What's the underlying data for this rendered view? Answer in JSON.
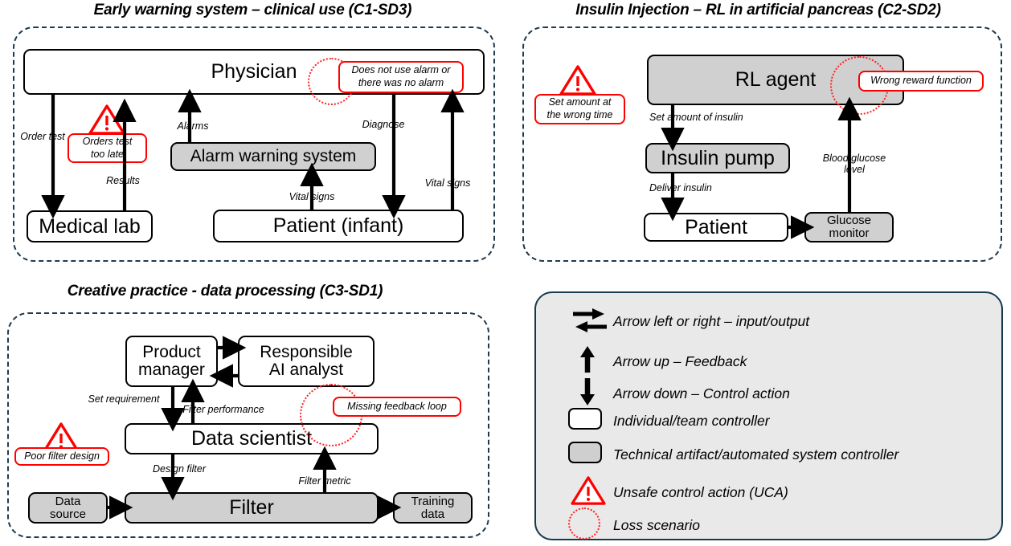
{
  "panels": {
    "p1": {
      "title": "Early warning system – clinical use (C1-SD3)",
      "nodes": {
        "physician": "Physician",
        "alarm_system": "Alarm warning system",
        "medical_lab": "Medical lab",
        "patient": "Patient (infant)"
      },
      "labels": {
        "order_test": "Order\ntest",
        "results": "Results",
        "alarms": "Alarms",
        "diagnose": "Diagnose",
        "vital_signs_1": "Vital signs",
        "vital_signs_2": "Vital signs"
      },
      "uca": {
        "text": "Orders test\ntoo late",
        "icon": "warning-triangle-icon"
      },
      "loss": {
        "text": "Does not use alarm or\nthere was no alarm",
        "icon": "loss-scenario-circle-icon"
      }
    },
    "p2": {
      "title": "Insulin Injection – RL in artificial pancreas (C2-SD2)",
      "nodes": {
        "rl_agent": "RL agent",
        "insulin_pump": "Insulin pump",
        "patient": "Patient",
        "glucose_monitor": "Glucose\nmonitor"
      },
      "labels": {
        "set_amount": "Set amount of insulin",
        "deliver_insulin": "Deliver insulin",
        "blood_glucose": "Blood glucose\nlevel"
      },
      "uca": {
        "text": "Set amount at\nthe wrong time",
        "icon": "warning-triangle-icon"
      },
      "loss": {
        "text": "Wrong reward function",
        "icon": "loss-scenario-circle-icon"
      }
    },
    "p3": {
      "title": "Creative practice - data processing (C3-SD1)",
      "nodes": {
        "product_manager": "Product\nmanager",
        "ai_analyst": "Responsible\nAI analyst",
        "data_scientist": "Data scientist",
        "data_source": "Data\nsource",
        "filter": "Filter",
        "training_data": "Training\ndata"
      },
      "labels": {
        "set_requirement": "Set requirement",
        "filter_performance": "Filter performance",
        "design_filter": "Design filter",
        "filter_metric": "Filter metric"
      },
      "uca": {
        "text": "Poor filter design",
        "icon": "warning-triangle-icon"
      },
      "loss": {
        "text": "Missing feedback loop",
        "icon": "loss-scenario-circle-icon"
      }
    }
  },
  "legend": {
    "items": [
      {
        "icon": "arrow-left-right-icon",
        "label": "Arrow left or right – input/output"
      },
      {
        "icon": "arrow-up-icon",
        "label": "Arrow up – Feedback"
      },
      {
        "icon": "arrow-down-icon",
        "label": "Arrow down – Control action"
      },
      {
        "icon": "white-box-icon",
        "label": "Individual/team controller"
      },
      {
        "icon": "gray-box-icon",
        "label": "Technical artifact/automated system controller"
      },
      {
        "icon": "warning-triangle-icon",
        "label": "Unsafe control action (UCA)"
      },
      {
        "icon": "loss-scenario-circle-icon",
        "label": "Loss scenario"
      }
    ]
  },
  "colors": {
    "frame_dashed": "#1F3A4D",
    "legend_border": "#17394E",
    "legend_fill": "#E9E9E9",
    "alert_red": "#FF0000",
    "node_gray": "#D0D0D0"
  }
}
